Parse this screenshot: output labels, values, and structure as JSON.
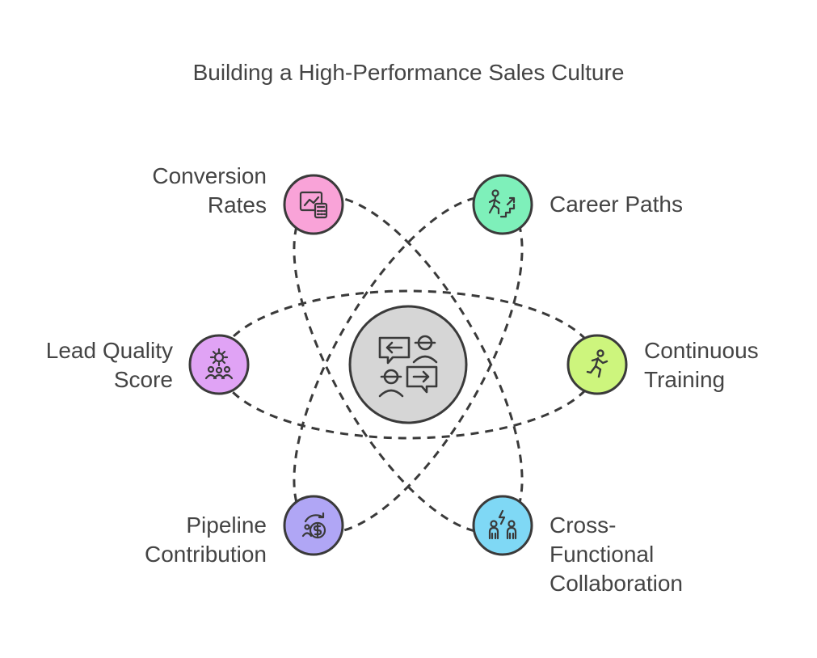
{
  "title": "Building a High-Performance Sales Culture",
  "center": {
    "icon": "conversation-icon",
    "color": "#d6d6d6"
  },
  "nodes": [
    {
      "id": "conversion-rates",
      "label": "Conversion\nRates",
      "icon": "chart-calculator-icon",
      "color": "#f9a3d8"
    },
    {
      "id": "career-paths",
      "label": "Career Paths",
      "icon": "climbing-stairs-icon",
      "color": "#7ef0ba"
    },
    {
      "id": "lead-quality-score",
      "label": "Lead Quality\nScore",
      "icon": "team-gear-icon",
      "color": "#e0a3f5"
    },
    {
      "id": "continuous-training",
      "label": "Continuous\nTraining",
      "icon": "running-person-icon",
      "color": "#cdf57d"
    },
    {
      "id": "pipeline-contribution",
      "label": "Pipeline\nContribution",
      "icon": "money-cycle-icon",
      "color": "#b0a6f5"
    },
    {
      "id": "cross-functional-collaboration",
      "label": "Cross-\nFunctional\nCollaboration",
      "icon": "people-spark-icon",
      "color": "#7fd8f5"
    }
  ]
}
